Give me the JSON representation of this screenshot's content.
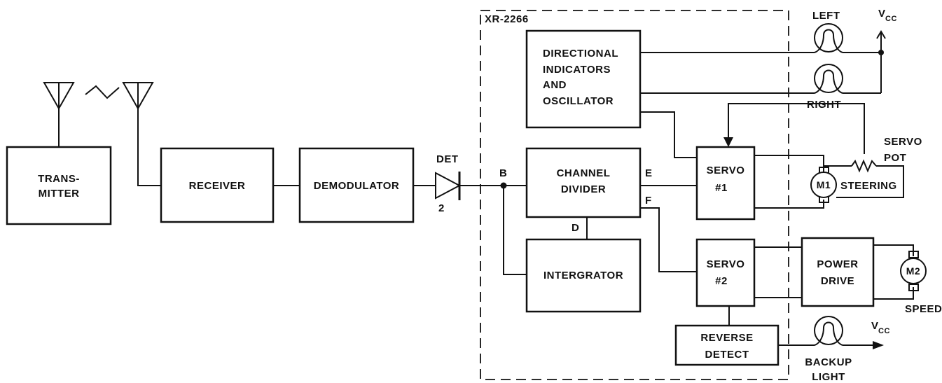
{
  "chip": {
    "label": "XR-2266"
  },
  "blocks": {
    "transmitter": [
      "TRANS-",
      "MITTER"
    ],
    "receiver": [
      "RECEIVER"
    ],
    "demodulator": [
      "DEMODULATOR"
    ],
    "directional": [
      "DIRECTIONAL",
      "INDICATORS",
      "AND",
      "OSCILLATOR"
    ],
    "channel_divider": [
      "CHANNEL",
      "DIVIDER"
    ],
    "integrator": [
      "INTERGRATOR"
    ],
    "servo1": [
      "SERVO",
      "#1"
    ],
    "servo2": [
      "SERVO",
      "#2"
    ],
    "power_drive": [
      "POWER",
      "DRIVE"
    ],
    "reverse_detect": [
      "REVERSE",
      "DETECT"
    ]
  },
  "labels": {
    "det": "DET",
    "det_pin": "2",
    "node_b": "B",
    "node_d": "D",
    "node_e": "E",
    "node_f": "F",
    "left": "LEFT",
    "right": "RIGHT",
    "vcc_main": "V",
    "vcc_main_sub": "CC",
    "vcc_backup": "V",
    "vcc_backup_sub": "CC",
    "servo_pot": [
      "SERVO",
      "POT"
    ],
    "steering": "STEERING",
    "speed": "SPEED",
    "backup_light": [
      "BACKUP",
      "LIGHT"
    ],
    "m1": "M1",
    "m2": "M2"
  }
}
